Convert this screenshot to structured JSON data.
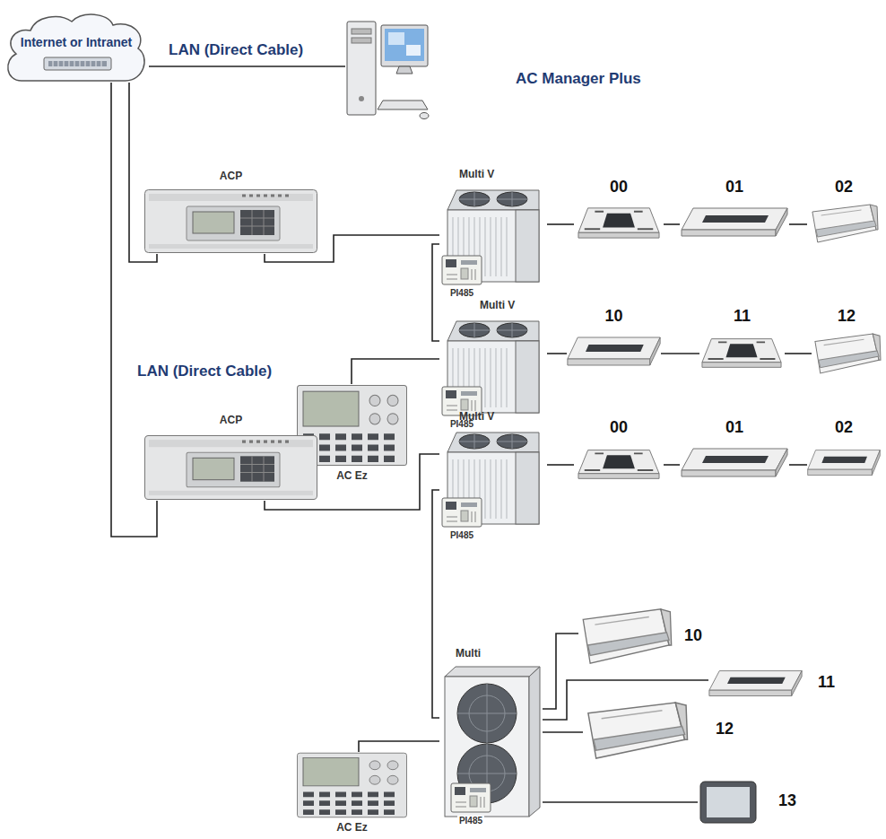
{
  "diagram": {
    "nodes": [
      {
        "text": [
          "Internet or Intranet"
        ]
      },
      {
        "text": [
          "AC Manager Plus"
        ]
      },
      {
        "text": [
          "ACP"
        ]
      },
      {
        "text": [
          "Multi V"
        ]
      },
      {
        "text": [
          "PI485"
        ],
        "in": 3
      },
      {
        "text": [
          "Multi V"
        ]
      },
      {
        "text": [
          "PI485"
        ],
        "in": 5
      },
      {
        "text": [
          "AC Ez"
        ]
      },
      {
        "text": [
          "00"
        ]
      },
      {
        "text": [
          "01"
        ]
      },
      {
        "text": [
          "02"
        ]
      },
      {
        "text": [
          "10"
        ]
      },
      {
        "text": [
          "11"
        ]
      },
      {
        "text": [
          "12"
        ]
      },
      {
        "text": [
          "ACP"
        ]
      },
      {
        "text": [
          "Multi V"
        ]
      },
      {
        "text": [
          "PI485"
        ],
        "in": 15
      },
      {
        "text": [
          "00"
        ]
      },
      {
        "text": [
          "01"
        ]
      },
      {
        "text": [
          "02"
        ]
      },
      {
        "text": [
          "Multi"
        ]
      },
      {
        "text": [
          "PI485"
        ],
        "in": 20
      },
      {
        "text": [
          "AC Ez"
        ]
      },
      {
        "text": [
          "10"
        ]
      },
      {
        "text": [
          "11"
        ]
      },
      {
        "text": [
          "12"
        ]
      },
      {
        "text": [
          "13"
        ]
      }
    ],
    "edges": [
      {
        "from": 0,
        "to": 1,
        "arrow": "none",
        "label": "LAN (Direct Cable)"
      },
      {
        "from": 0,
        "to": 2,
        "arrow": "none"
      },
      {
        "from": 0,
        "to": 14,
        "arrow": "none"
      },
      {
        "from": 2,
        "to": 3,
        "arrow": "none"
      },
      {
        "from": 3,
        "to": 5,
        "arrow": "none"
      },
      {
        "from": 5,
        "to": 7,
        "arrow": "none"
      },
      {
        "from": 3,
        "to": 8,
        "arrow": "none"
      },
      {
        "from": 8,
        "to": 9,
        "arrow": "none"
      },
      {
        "from": 9,
        "to": 10,
        "arrow": "none"
      },
      {
        "from": 5,
        "to": 11,
        "arrow": "none"
      },
      {
        "from": 11,
        "to": 12,
        "arrow": "none"
      },
      {
        "from": 12,
        "to": 13,
        "arrow": "none"
      },
      {
        "from": 14,
        "to": 15,
        "arrow": "none"
      },
      {
        "from": 15,
        "to": 17,
        "arrow": "none"
      },
      {
        "from": 17,
        "to": 18,
        "arrow": "none"
      },
      {
        "from": 18,
        "to": 19,
        "arrow": "none"
      },
      {
        "from": 15,
        "to": 20,
        "arrow": "none"
      },
      {
        "from": 20,
        "to": 22,
        "arrow": "none"
      },
      {
        "from": 20,
        "to": 23,
        "arrow": "none"
      },
      {
        "from": 20,
        "to": 24,
        "arrow": "none"
      },
      {
        "from": 20,
        "to": 25,
        "arrow": "none"
      },
      {
        "from": 20,
        "to": 26,
        "arrow": "none"
      }
    ],
    "labels": [
      "LAN (Direct Cable)"
    ]
  }
}
